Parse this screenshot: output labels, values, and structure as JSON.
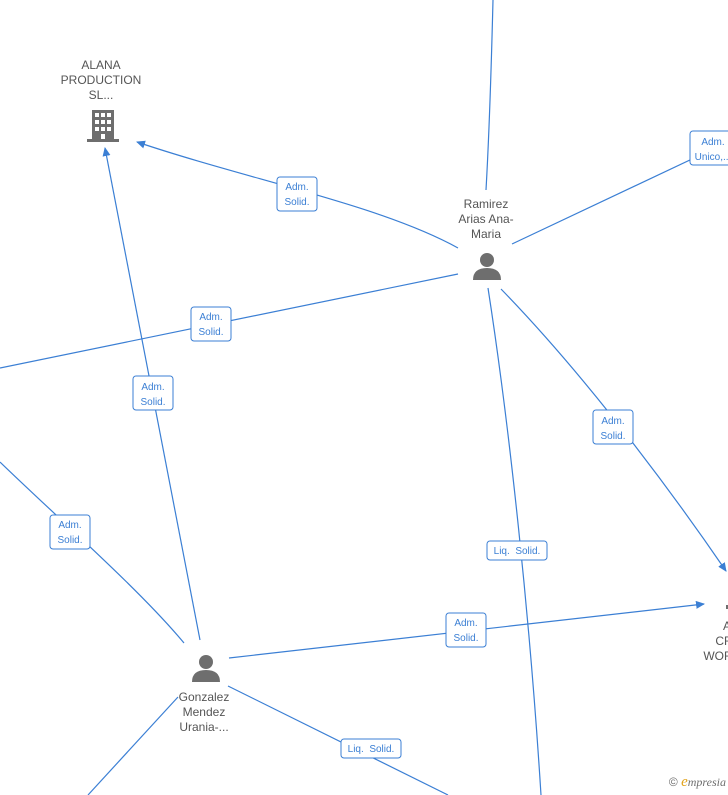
{
  "nodes": {
    "alana": {
      "label_lines": [
        "ALANA",
        "PRODUCTION",
        "SL..."
      ],
      "type": "company"
    },
    "ramirez": {
      "label_lines": [
        "Ramirez",
        "Arias Ana-",
        "Maria"
      ],
      "type": "person"
    },
    "gonzalez": {
      "label_lines": [
        "Gonzalez",
        "Mendez",
        "Urania-..."
      ],
      "type": "person"
    },
    "right_company": {
      "label_lines": [
        "A",
        "CR",
        "WOR"
      ],
      "type": "company"
    }
  },
  "edges": [
    {
      "id": "e1",
      "label_lines": [
        "Adm.",
        "Solid."
      ]
    },
    {
      "id": "e2",
      "label_lines": [
        "Adm.",
        "Unico,..."
      ]
    },
    {
      "id": "e3",
      "label_lines": [
        "Adm.",
        "Solid."
      ]
    },
    {
      "id": "e4",
      "label_lines": [
        "Adm.",
        "Solid."
      ]
    },
    {
      "id": "e5",
      "label_lines": [
        "Adm.",
        "Solid."
      ]
    },
    {
      "id": "e6",
      "label_lines": [
        "Liq.  Solid."
      ]
    },
    {
      "id": "e7",
      "label_lines": [
        "Adm.",
        "Solid."
      ]
    },
    {
      "id": "e8",
      "label_lines": [
        "Adm.",
        "Solid."
      ]
    },
    {
      "id": "e9",
      "label_lines": [
        "Liq.  Solid."
      ]
    }
  ],
  "footer": {
    "copyright_symbol": "©",
    "brand_first": "e",
    "brand_rest": "mpresia"
  },
  "colors": {
    "edge": "#3b7fd4",
    "icon": "#6e6e6e",
    "text": "#555555",
    "brand_accent": "#e2a31b"
  },
  "icons": {
    "company": "building-icon",
    "person": "person-icon"
  }
}
